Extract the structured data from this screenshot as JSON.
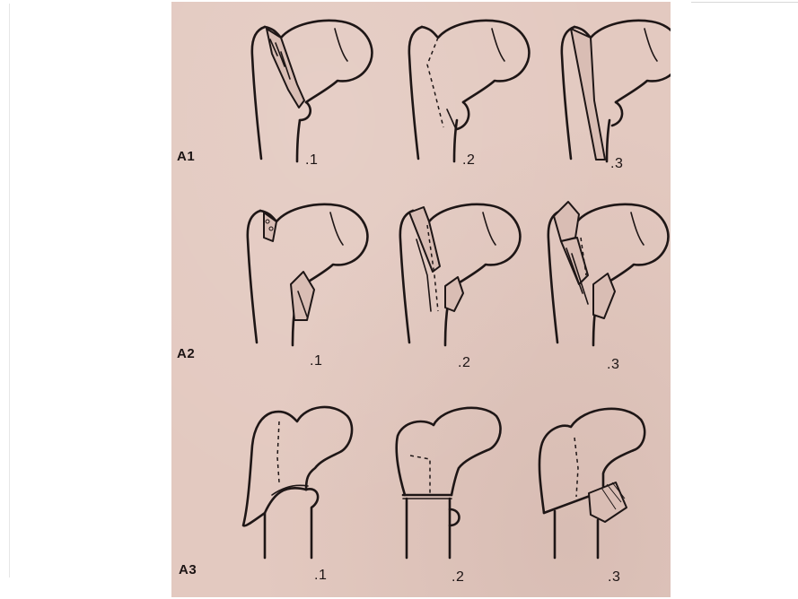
{
  "rows": [
    {
      "label": "A1",
      "figures": [
        ".1",
        ".2",
        ".3"
      ]
    },
    {
      "label": "A2",
      "figures": [
        ".1",
        ".2",
        ".3"
      ]
    },
    {
      "label": "A3",
      "figures": [
        ".1",
        ".2",
        ".3"
      ]
    }
  ],
  "colors": {
    "paper": "#e3c9c0",
    "ink": "#1e1616",
    "background": "#ffffff"
  }
}
